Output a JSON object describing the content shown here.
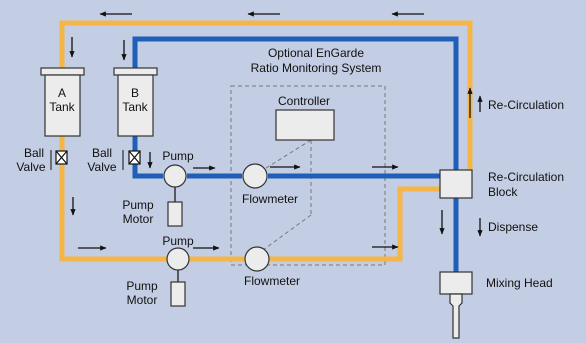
{
  "colors": {
    "background": "#c3cde3",
    "line_a": "#f6b547",
    "line_b": "#1f5fb8",
    "component_fill": "#ececec",
    "outline": "#333333"
  },
  "labels": {
    "system_title_1": "Optional EnGarde",
    "system_title_2": "Ratio Monitoring System",
    "controller": "Controller",
    "tank_a_letter": "A",
    "tank_a_word": "Tank",
    "tank_b_letter": "B",
    "tank_b_word": "Tank",
    "ball_valve_a_1": "Ball",
    "ball_valve_a_2": "Valve",
    "ball_valve_b_1": "Ball",
    "ball_valve_b_2": "Valve",
    "pump_b": "Pump",
    "pump_a": "Pump",
    "pump_motor_b_1": "Pump",
    "pump_motor_b_2": "Motor",
    "pump_motor_a_1": "Pump",
    "pump_motor_a_2": "Motor",
    "flowmeter_b": "Flowmeter",
    "flowmeter_a": "Flowmeter",
    "recirculation": "Re-Circulation",
    "recirculation_block_1": "Re-Circulation",
    "recirculation_block_2": "Block",
    "dispense": "Dispense",
    "mixing_head": "Mixing Head"
  },
  "icons": {
    "flow_arrow": "flow-arrow-icon",
    "ball_valve": "ball-valve-icon",
    "pump": "pump-icon",
    "flowmeter": "flowmeter-icon"
  }
}
